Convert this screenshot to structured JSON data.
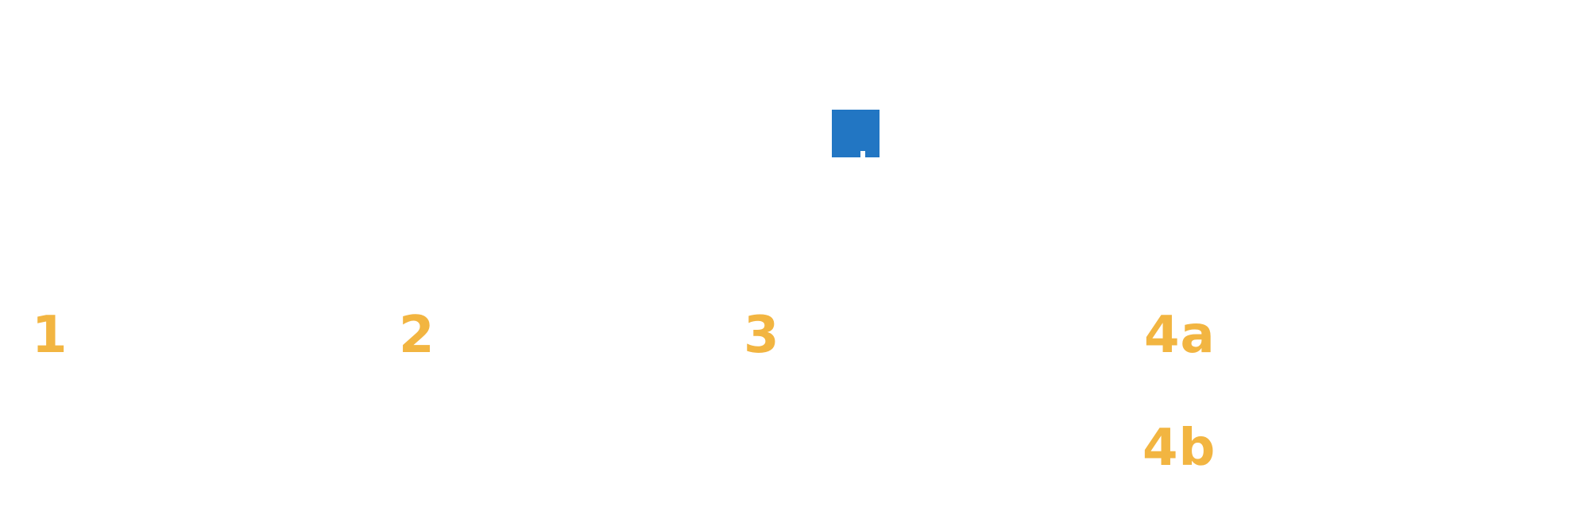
{
  "colors": {
    "label": "#f2b541",
    "marker": "#2276c3",
    "background": "#ffffff"
  },
  "diagram": {
    "marker_icon": "blue-square-marker",
    "labels": {
      "step_1": "1",
      "step_2": "2",
      "step_3": "3",
      "step_4a": "4a",
      "step_4b": "4b"
    }
  }
}
